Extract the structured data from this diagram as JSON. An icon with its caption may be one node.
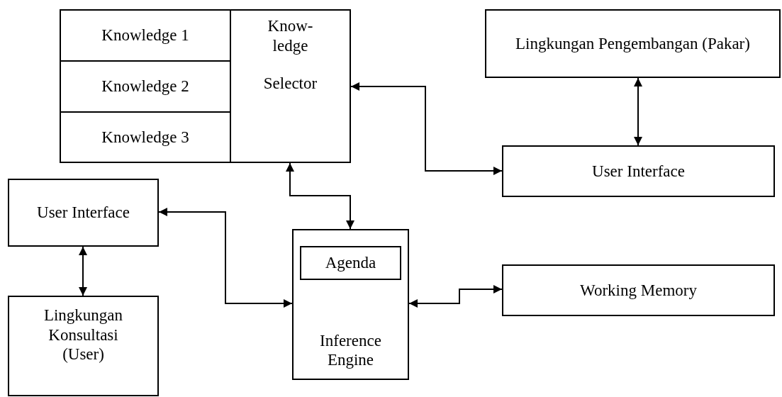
{
  "diagram": {
    "nodes": [
      {
        "text": [
          "Knowledge 1"
        ]
      },
      {
        "text": [
          "Knowledge 2"
        ]
      },
      {
        "text": [
          "Knowledge 3"
        ]
      },
      {
        "text": [
          "Know- ledge",
          "Selector"
        ]
      },
      {
        "text": [
          "Lingkungan Pengembangan (Pakar)"
        ]
      },
      {
        "text": [
          "User Interface"
        ]
      },
      {
        "text": [
          "User Interface"
        ]
      },
      {
        "text": [
          "Inference Engine"
        ]
      },
      {
        "text": [
          "Agenda"
        ],
        "in": 7
      },
      {
        "text": [
          "Working Memory"
        ]
      },
      {
        "text": [
          "Lingkungan Konsultasi (User)"
        ]
      }
    ],
    "edges": [
      {
        "from": 3,
        "to": 5,
        "arrow": "both"
      },
      {
        "from": 4,
        "to": 5,
        "arrow": "both"
      },
      {
        "from": 3,
        "to": 7,
        "arrow": "both"
      },
      {
        "from": 6,
        "to": 7,
        "arrow": "both"
      },
      {
        "from": 6,
        "to": 10,
        "arrow": "both"
      },
      {
        "from": 7,
        "to": 9,
        "arrow": "both"
      }
    ]
  }
}
